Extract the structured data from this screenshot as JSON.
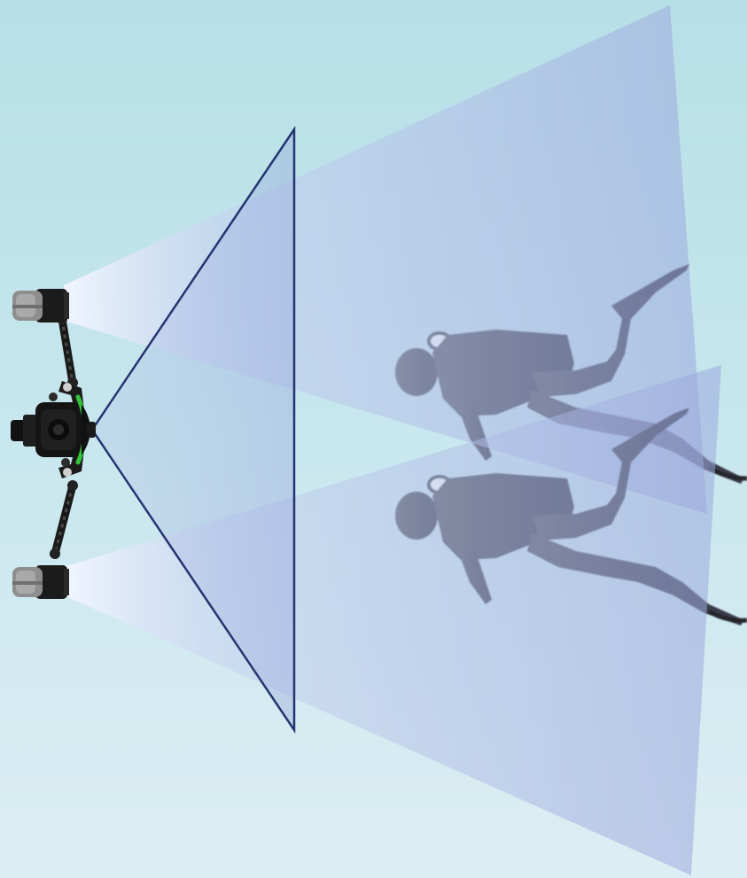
{
  "colors": {
    "background_top": "#b7dfe7",
    "background_bottom": "#dceef3",
    "light_beam": "#9fb0dd",
    "camera_view_outline": "#25356f",
    "camera_body": "#141414",
    "port_ring": "#33c23a",
    "strobe_head": "#8e8e8e",
    "diver_silhouette": "#3a3a46"
  },
  "elements": [
    {
      "name": "underwater-camera-rig",
      "kind": "illustration"
    },
    {
      "name": "upper-strobe",
      "kind": "illustration"
    },
    {
      "name": "lower-strobe",
      "kind": "illustration"
    },
    {
      "name": "camera-field-of-view",
      "kind": "outline"
    },
    {
      "name": "upper-strobe-beam",
      "kind": "light-cone"
    },
    {
      "name": "lower-strobe-beam",
      "kind": "light-cone"
    },
    {
      "name": "diver-silhouette",
      "kind": "illustration"
    }
  ]
}
